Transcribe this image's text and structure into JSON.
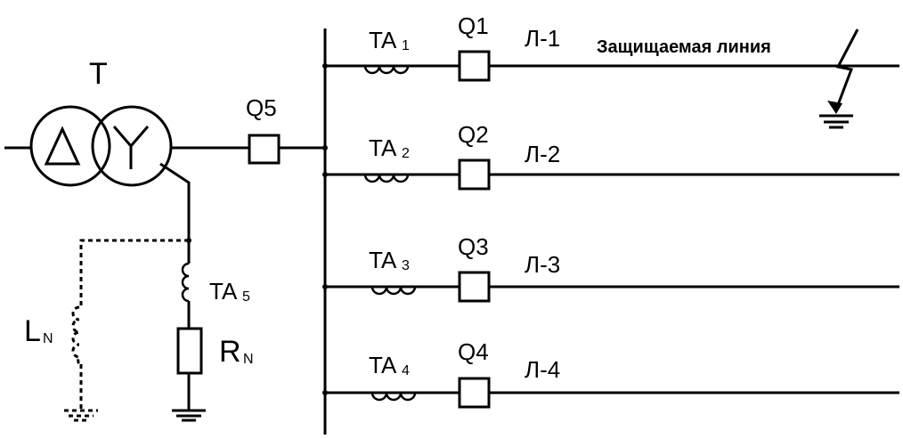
{
  "transformer": {
    "label": "T"
  },
  "main_breaker": {
    "label": "Q5"
  },
  "lines": [
    {
      "ct_main": "TA",
      "ct_sub": "1",
      "breaker": "Q1",
      "line": "Л-1"
    },
    {
      "ct_main": "TA",
      "ct_sub": "2",
      "breaker": "Q2",
      "line": "Л-2"
    },
    {
      "ct_main": "TA",
      "ct_sub": "3",
      "breaker": "Q3",
      "line": "Л-3"
    },
    {
      "ct_main": "TA",
      "ct_sub": "4",
      "breaker": "Q4",
      "line": "Л-4"
    }
  ],
  "protected_line_note": "Защищаемая линия",
  "neutral": {
    "ct_main": "TA",
    "ct_sub": "5",
    "resistor_main": "R",
    "resistor_sub": "N",
    "inductor_main": "L",
    "inductor_sub": "N"
  }
}
